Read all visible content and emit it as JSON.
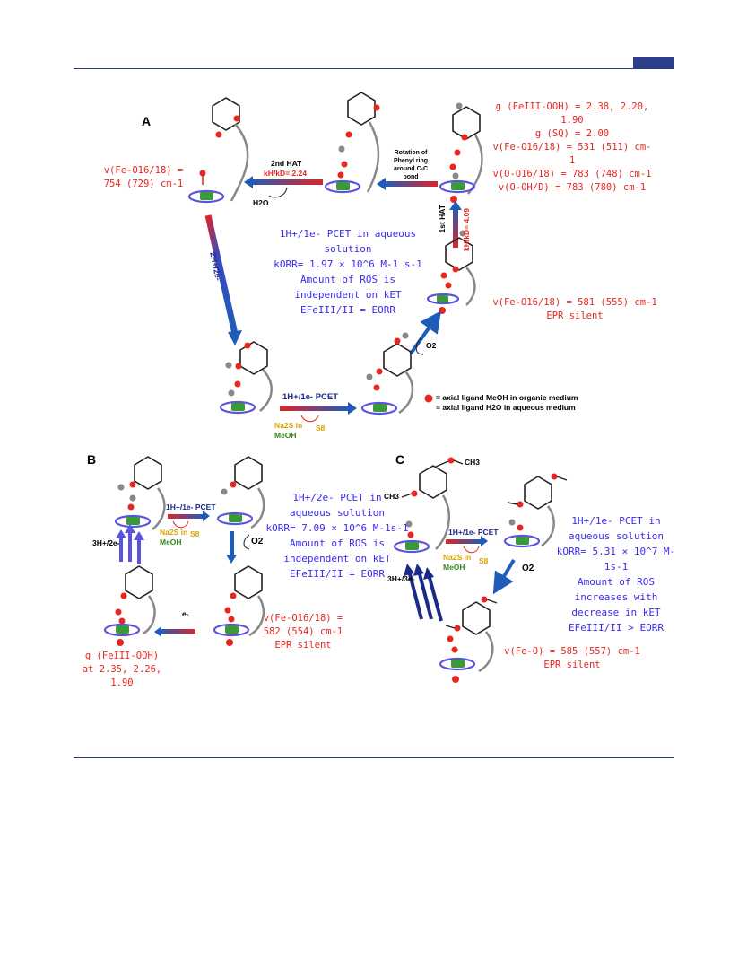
{
  "panels": {
    "a": "A",
    "b": "B",
    "c": "C"
  },
  "panel_a": {
    "left_species_nu": [
      "v(Fe-O16/18) =",
      "754 (729) cm-1"
    ],
    "second_hat": "2nd HAT",
    "kie_second": "kH/kD= 2.24",
    "water": "H2O",
    "rotation_note": [
      "Rotation of",
      "Phenyl ring",
      "around C-C",
      "bond"
    ],
    "top_right_params": [
      "g (FeIII-OOH) = 2.38, 2.20,",
      "1.90",
      "g (SQ) = 2.00",
      "v(Fe-O16/18) = 531 (511) cm-1",
      "v(O-O16/18) = 783 (748) cm-1",
      "v(O-OH/D) = 783 (780) cm-1"
    ],
    "first_hat": "1st HAT",
    "kie_first": "kH/kD= 4.09",
    "two_h_two_e": "2H+/2e-",
    "center_text": [
      "1H+/1e- PCET in aqueous",
      "solution",
      "kORR= 1.97 × 10^6 M-1 s-1",
      "Amount of ROS is",
      "independent on kET",
      "EFeIII/II = EORR"
    ],
    "superoxo_params": [
      "v(Fe-O16/18) = 581 (555) cm-1",
      "EPR silent"
    ],
    "o2": "O2",
    "pcet_arrow": "1H+/1e- PCET",
    "na2s": "Na2S in",
    "meoh": "MeOH",
    "s8": "S8",
    "legend": [
      "= axial ligand MeOH in organic medium",
      "= axial ligand H2O in aqueous medium"
    ]
  },
  "panel_b": {
    "pcet_arrow": "1H+/1e- PCET",
    "na2s": "Na2S in",
    "meoh": "MeOH",
    "s8": "S8",
    "o2": "O2",
    "three_h": "3H+/2e-",
    "electron": "e-",
    "center_text": [
      "1H+/2e- PCET in",
      "aqueous solution",
      "kORR= 7.09 × 10^6 M-1s-1",
      "Amount of ROS is",
      "independent on kET",
      "EFeIII/II = EORR"
    ],
    "superoxo_params": [
      "v(Fe-O16/18) =",
      "582 (554) cm-1",
      "EPR silent"
    ],
    "hydroperoxo_params": [
      "g (FeIII-OOH)",
      "at 2.35, 2.26,",
      "1.90"
    ]
  },
  "panel_c": {
    "ch3_a": "CH3",
    "ch3_b": "CH3",
    "pcet_arrow": "1H+/1e- PCET",
    "na2s": "Na2S in",
    "meoh": "MeOH",
    "s8": "S8",
    "o2": "O2",
    "three_h": "3H+/3e-",
    "center_text": [
      "1H+/1e- PCET in",
      "aqueous solution",
      "kORR= 5.31 × 10^7 M-1s-1",
      "Amount of ROS",
      "increases with",
      "decrease in kET",
      "EFeIII/II > EORR"
    ],
    "superoxo_params": [
      "v(Fe-O) = 585 (557) cm-1",
      "EPR silent"
    ]
  },
  "colors": {
    "red_text": "#e8261f",
    "blue_text": "#3a2cf0",
    "arrow_blue": "#1f5cb8",
    "arrow_red": "#d9262a",
    "porphyrin": "#5a52e0",
    "header": "#2b3f8a"
  }
}
